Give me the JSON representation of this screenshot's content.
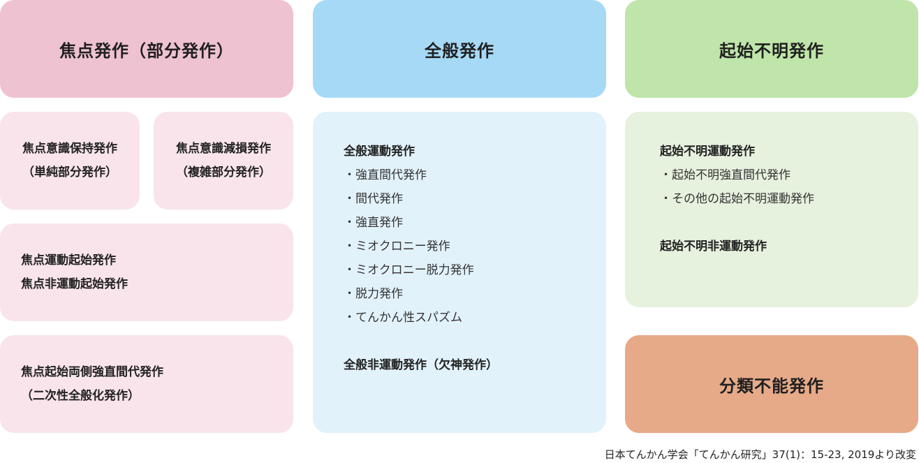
{
  "focal": {
    "header": "焦点発作（部分発作）",
    "aware": [
      "焦点意識保持発作",
      "（単純部分発作）"
    ],
    "impaired": [
      "焦点意識減損発作",
      "（複雑部分発作）"
    ],
    "onset": [
      "焦点運動起始発作",
      "焦点非運動起始発作"
    ],
    "bilateral": [
      "焦点起始両側強直間代発作",
      "（二次性全般化発作）"
    ]
  },
  "generalized": {
    "header": "全般発作",
    "motor_title": "全般運動発作",
    "motor_items": [
      "・強直間代発作",
      "・間代発作",
      "・強直発作",
      "・ミオクロニー発作",
      "・ミオクロニー脱力発作",
      "・脱力発作",
      "・てんかん性スパズム"
    ],
    "nonmotor_title": "全般非運動発作（欠神発作）"
  },
  "unknown": {
    "header": "起始不明発作",
    "motor_title": "起始不明運動発作",
    "motor_items": [
      "・起始不明強直間代発作",
      "・その他の起始不明運動発作"
    ],
    "nonmotor_title": "起始不明非運動発作"
  },
  "unclassified": {
    "header": "分類不能発作"
  },
  "footnote": "日本てんかん学会「てんかん研究」37(1)：15-23, 2019より改変"
}
